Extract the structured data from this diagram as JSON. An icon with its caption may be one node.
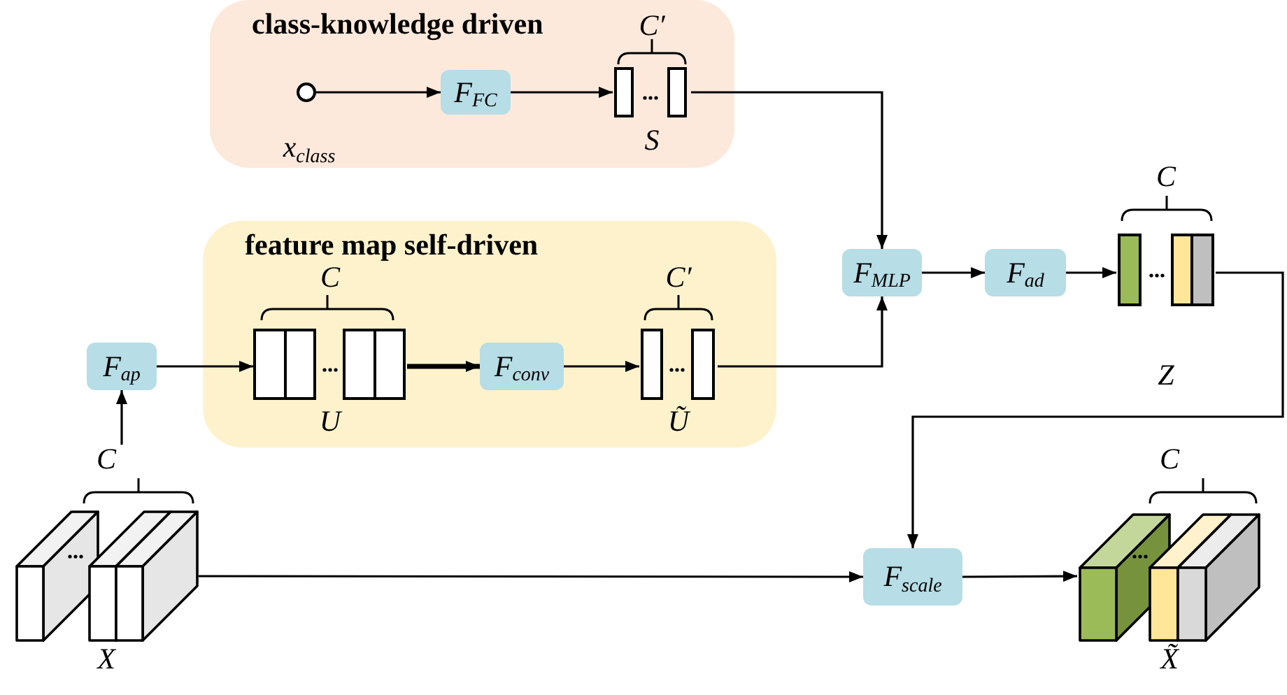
{
  "diagram": {
    "nodes": [
      {
        "text": [
          "class-knowledge driven"
        ]
      },
      {
        "text": [],
        "shape": "circle",
        "in": 0,
        "beside": [
          "x$_{class}$"
        ]
      },
      {
        "text": [
          "F$_{FC}$"
        ],
        "in": 0
      },
      {
        "text": [],
        "shape": "bar",
        "in": 0,
        "beside": [
          "C′",
          "S"
        ]
      },
      {
        "text": [
          "feature map self-driven"
        ]
      },
      {
        "text": [],
        "shape": "bar",
        "in": 4,
        "beside": [
          "C",
          "U"
        ]
      },
      {
        "text": [
          "F$_{conv}$"
        ],
        "in": 4
      },
      {
        "text": [],
        "shape": "bar",
        "in": 4,
        "beside": [
          "C′",
          "Ũ"
        ]
      },
      {
        "text": [
          "F$_{ap}$"
        ]
      },
      {
        "text": [],
        "shape": "box",
        "beside": [
          "C",
          "X"
        ]
      },
      {
        "text": [
          "F$_{MLP}$"
        ]
      },
      {
        "text": [
          "F$_{ad}$"
        ]
      },
      {
        "text": [],
        "shape": "bar",
        "beside": [
          "C",
          "Z"
        ]
      },
      {
        "text": [
          "F$_{scale}$"
        ]
      },
      {
        "text": [],
        "shape": "box",
        "beside": [
          "C",
          "X̃"
        ]
      }
    ],
    "edges": [
      {
        "from": 1,
        "to": 2,
        "arrow": "to"
      },
      {
        "from": 2,
        "to": 3,
        "arrow": "to"
      },
      {
        "from": 3,
        "to": 10,
        "arrow": "to"
      },
      {
        "from": 9,
        "to": 8,
        "arrow": "to"
      },
      {
        "from": 8,
        "to": 5,
        "arrow": "to"
      },
      {
        "from": 5,
        "to": 6,
        "arrow": "to",
        "style": "thick"
      },
      {
        "from": 6,
        "to": 7,
        "arrow": "to"
      },
      {
        "from": 7,
        "to": 10,
        "arrow": "to"
      },
      {
        "from": 10,
        "to": 11,
        "arrow": "to"
      },
      {
        "from": 11,
        "to": 12,
        "arrow": "to"
      },
      {
        "from": 12,
        "to": 13,
        "arrow": "to"
      },
      {
        "from": 9,
        "to": 13,
        "arrow": "to"
      },
      {
        "from": 13,
        "to": 14,
        "arrow": "to"
      }
    ]
  }
}
